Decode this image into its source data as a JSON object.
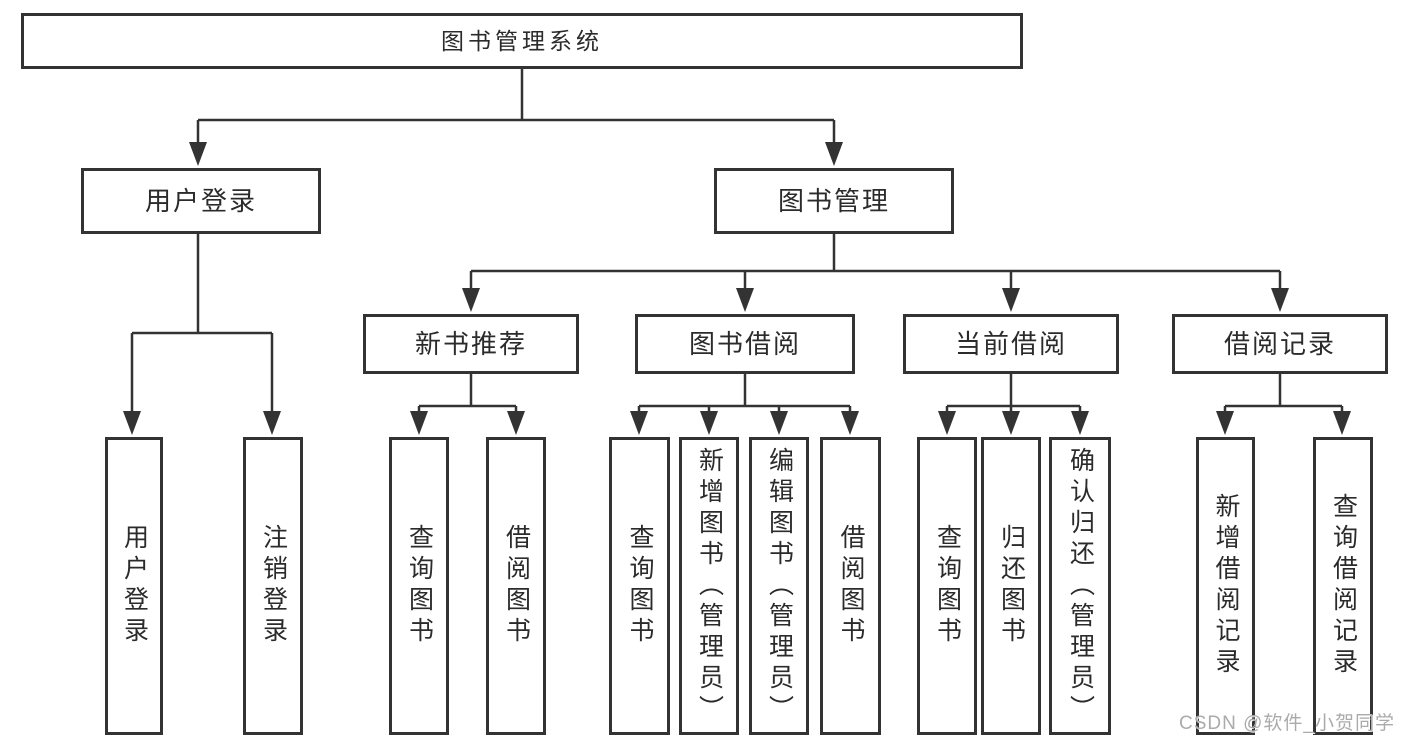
{
  "diagram": {
    "root": {
      "label": "图书管理系统"
    },
    "level2": {
      "user_login": {
        "label": "用户登录"
      },
      "book_management": {
        "label": "图书管理"
      }
    },
    "level3": {
      "new_book_recommendation": {
        "label": "新书推荐"
      },
      "book_borrowing": {
        "label": "图书借阅"
      },
      "current_borrowing": {
        "label": "当前借阅"
      },
      "borrowing_records": {
        "label": "借阅记录"
      }
    },
    "leaves": {
      "user_login": {
        "label": "用户登录"
      },
      "logout": {
        "label": "注销登录"
      },
      "nb_query_books": {
        "label": "查询图书"
      },
      "nb_borrow_books": {
        "label": "借阅图书"
      },
      "bb_query_books": {
        "label": "查询图书"
      },
      "bb_add_book_admin": {
        "label": "新增图书（管理员）"
      },
      "bb_edit_book_admin": {
        "label": "编辑图书（管理员）"
      },
      "bb_borrow_books": {
        "label": "借阅图书"
      },
      "cb_query_books": {
        "label": "查询图书"
      },
      "cb_return_books": {
        "label": "归还图书"
      },
      "cb_confirm_return_admin": {
        "label": "确认归还（管理员）"
      },
      "br_add_record": {
        "label": "新增借阅记录"
      },
      "br_query_record": {
        "label": "查询借阅记录"
      }
    },
    "watermark": "CSDN @软件_小贺同学",
    "colors": {
      "line": "#333333",
      "border": "#333333",
      "text": "#2b2b2b",
      "watermark": "#ababab",
      "background": "#ffffff"
    }
  }
}
